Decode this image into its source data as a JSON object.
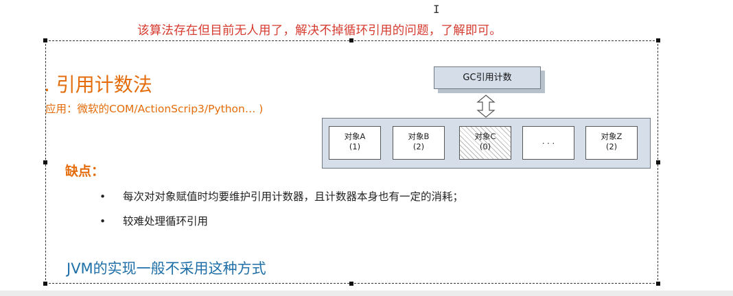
{
  "annotation": "该算法存在但目前无人用了，解决不掉循环引用的问题，了解即可。",
  "cursor": "I",
  "slide": {
    "title": ". 引用计数法",
    "application": "应用：微软的COM/ActionScrip3/Python… )",
    "cons_heading": "缺点：",
    "bullets": [
      {
        "dot": "•",
        "text": "每次对对象赋值时均要维护引用计数器，且计数器本身也有一定的消耗；"
      },
      {
        "dot": "•",
        "text": "较难处理循环引用"
      }
    ],
    "conclusion": "JVM的实现一般不采用这种方式"
  },
  "diagram": {
    "gc_label": "GC引用计数",
    "objects": [
      {
        "name": "对象A",
        "count": "(1)"
      },
      {
        "name": "对象B",
        "count": "(2)"
      },
      {
        "name": "对象C",
        "count": "(0)"
      },
      {
        "name": ". . .",
        "count": ""
      },
      {
        "name": "对象Z",
        "count": "(2)"
      }
    ]
  }
}
